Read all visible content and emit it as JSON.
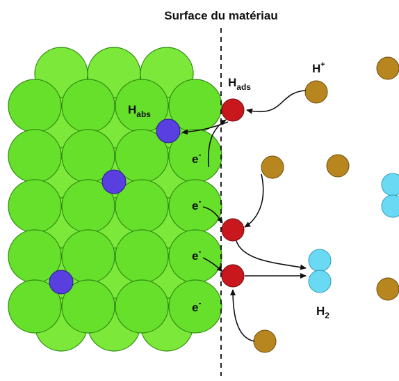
{
  "title": "Surface du matériau",
  "labels": {
    "h_plus": {
      "base": "H",
      "sup": "+"
    },
    "h_ads": {
      "base": "H",
      "sub": "ads"
    },
    "h_abs": {
      "base": "H",
      "sub": "abs"
    },
    "h2": {
      "base": "H",
      "sub": "2"
    },
    "electron": {
      "base": "e",
      "sup": "-"
    }
  },
  "colors": {
    "metal_atom": "#66e02a",
    "metal_atom_back": "#7be83a",
    "metal_outline": "#2f8a12",
    "h_abs_atom": "#5a3fe0",
    "h_ads_atom": "#c8181e",
    "proton": "#b8861e",
    "h2_molecule": "#6ad9f3",
    "surface_line": "#222222",
    "arrow": "#111111"
  }
}
